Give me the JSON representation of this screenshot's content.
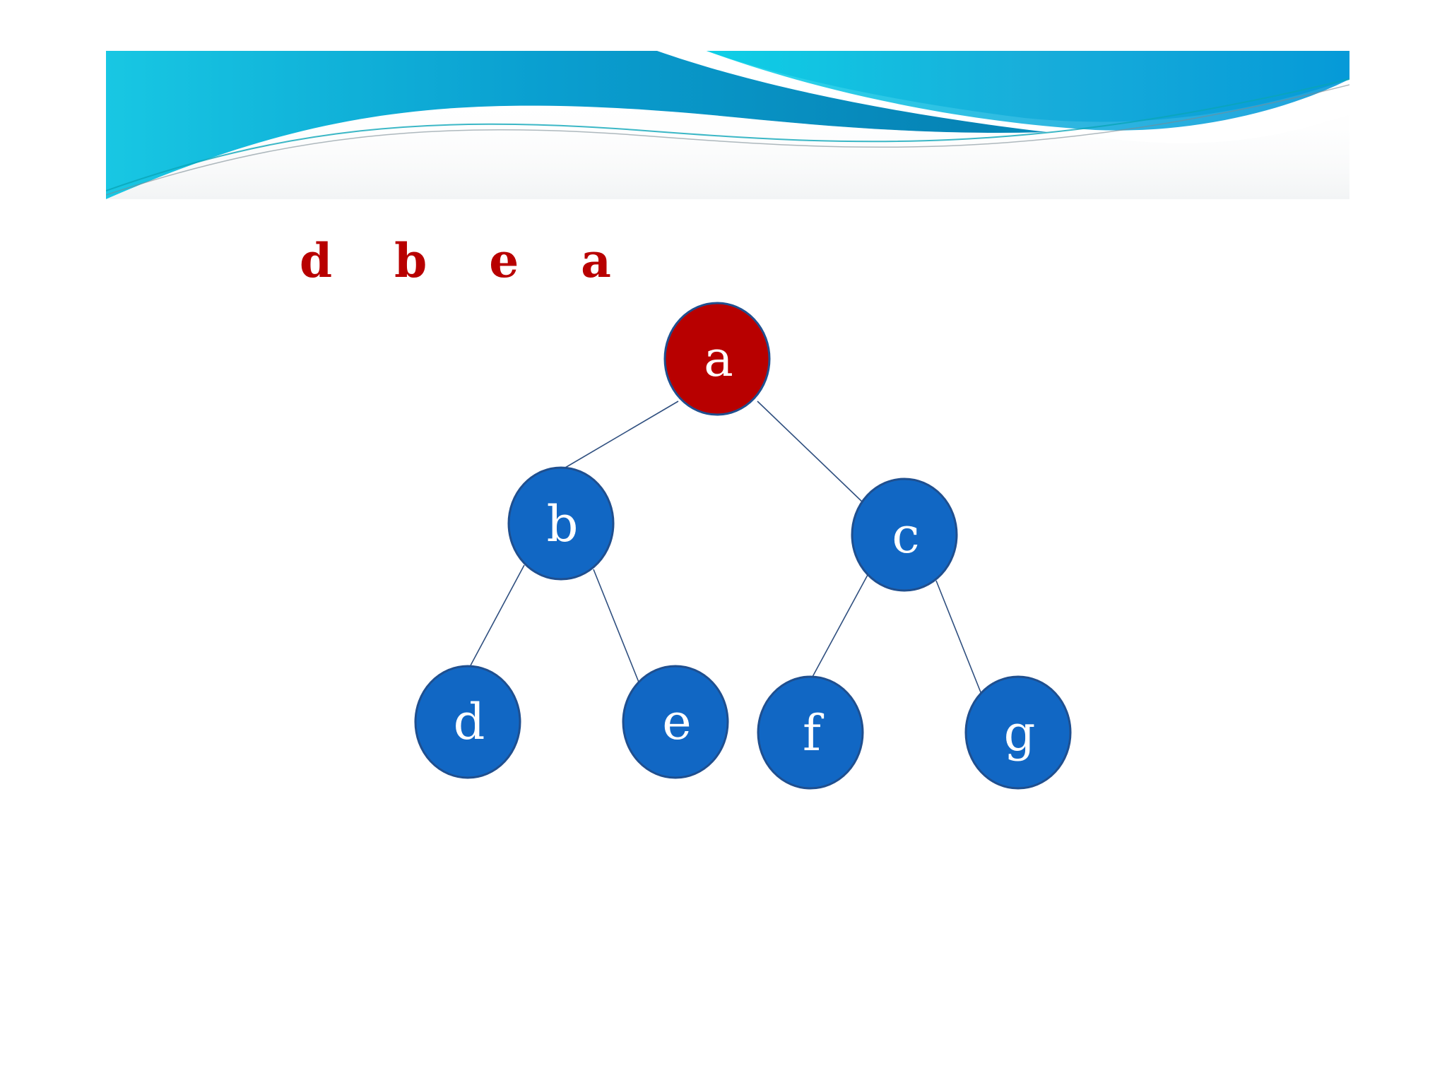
{
  "sequence": "d  b  e  a",
  "colors": {
    "visited": "#b80000",
    "node": "#1167c4",
    "node_stroke": "#1f4f8f",
    "edge": "#2f4f7f"
  },
  "tree": {
    "nodes": [
      {
        "id": "a",
        "label": "a",
        "state": "visited"
      },
      {
        "id": "b",
        "label": "b",
        "state": "normal"
      },
      {
        "id": "c",
        "label": "c",
        "state": "normal"
      },
      {
        "id": "d",
        "label": "d",
        "state": "normal"
      },
      {
        "id": "e",
        "label": "e",
        "state": "normal"
      },
      {
        "id": "f",
        "label": "f",
        "state": "normal"
      },
      {
        "id": "g",
        "label": "g",
        "state": "normal"
      }
    ],
    "edges": [
      {
        "from": "a",
        "to": "b"
      },
      {
        "from": "a",
        "to": "c"
      },
      {
        "from": "b",
        "to": "d"
      },
      {
        "from": "b",
        "to": "e"
      },
      {
        "from": "c",
        "to": "f"
      },
      {
        "from": "c",
        "to": "g"
      }
    ]
  }
}
